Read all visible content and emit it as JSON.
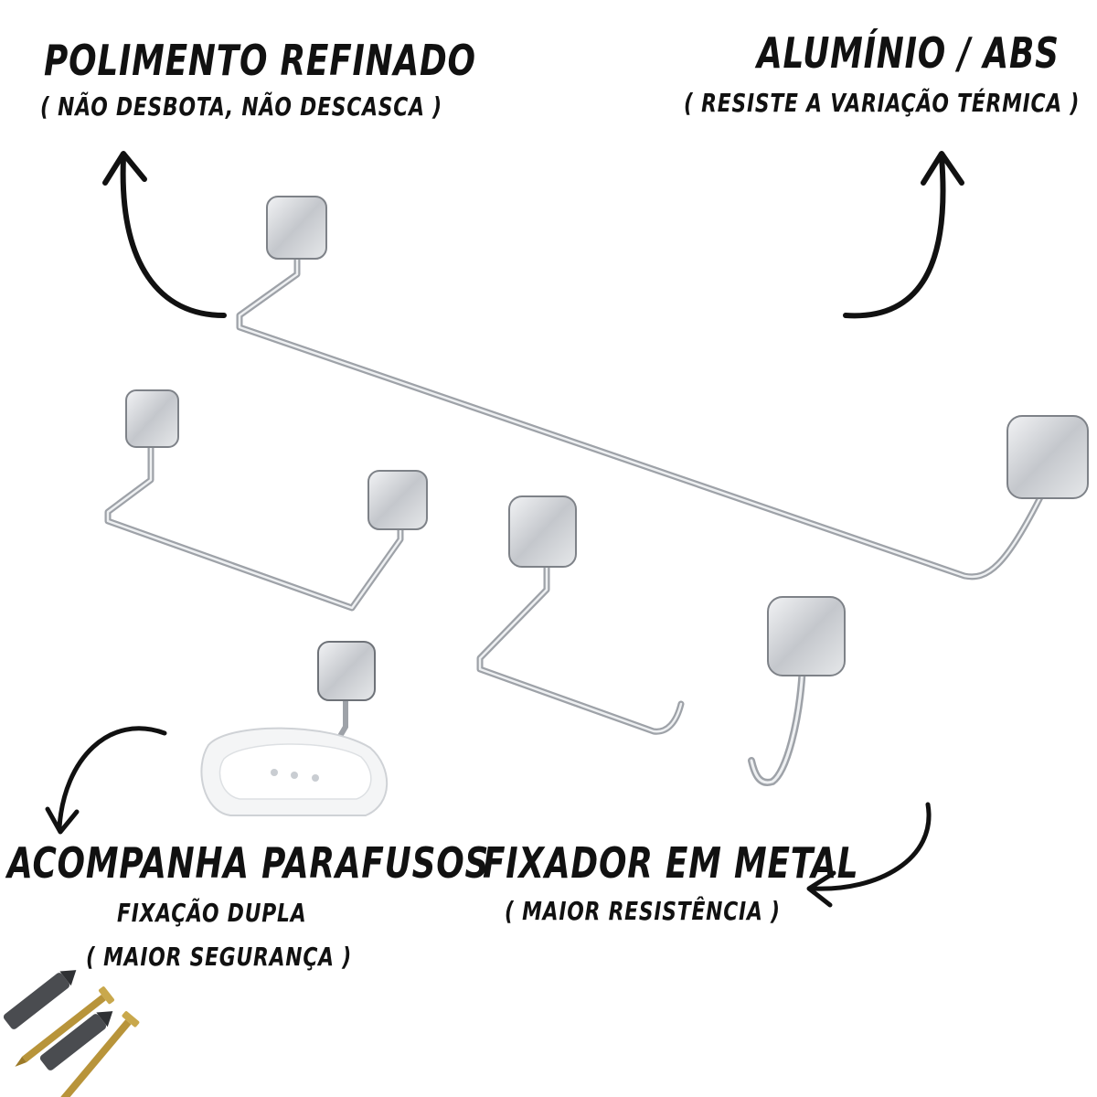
{
  "captions": {
    "polimento": {
      "title": "POLIMENTO REFINADO",
      "subtitle": "( NÃO DESBOTA, NÃO DESCASCA )"
    },
    "aluminio": {
      "title": "ALUMÍNIO / ABS",
      "subtitle": "( RESISTE A VARIAÇÃO TÉRMICA )"
    },
    "parafusos": {
      "title": "ACOMPANHA PARAFUSOS",
      "line2": "FIXAÇÃO DUPLA",
      "line3": "( MAIOR SEGURANÇA )"
    },
    "fixador": {
      "title": "FIXADOR EM METAL",
      "subtitle": "( MAIOR RESISTÊNCIA )"
    }
  },
  "colors": {
    "chrome": "#c9ccd0",
    "chrome_dark": "#8a8e94",
    "ink": "#111111",
    "soap_dish": "#f4f5f6",
    "screw_gold": "#b8943a",
    "anchor_gray": "#4a4c50"
  }
}
